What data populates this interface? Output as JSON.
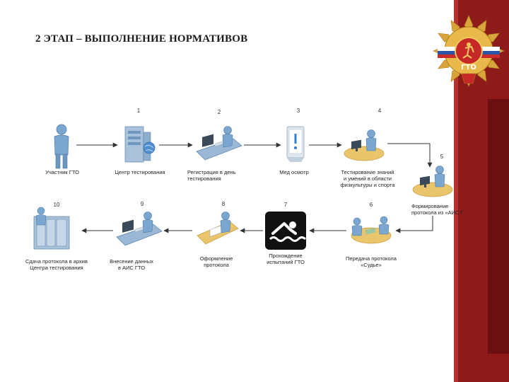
{
  "title": "2 ЭТАП – ВЫПОЛНЕНИЕ НОРМАТИВОВ",
  "badge": {
    "text": "ГТО"
  },
  "colors": {
    "figure": "#7aa6cf",
    "desk": "#e9c56b",
    "monitor": "#3b4a5a",
    "arrow": "#333333",
    "accent": "#8e1a1a",
    "gold": "#d9a43a"
  },
  "steps": [
    {
      "id": "participant",
      "number": "",
      "icon": "person-icon",
      "lines": [
        "Участник ГТО"
      ]
    },
    {
      "id": "testing-center",
      "number": "1",
      "icon": "server-icon",
      "lines": [
        "Центр тестирования"
      ]
    },
    {
      "id": "registration",
      "number": "2",
      "icon": "workstation-icon",
      "lines": [
        "Регистрация в день",
        "тестирования"
      ]
    },
    {
      "id": "medical",
      "number": "3",
      "icon": "medical-check-icon",
      "lines": [
        "Мед осмотр"
      ]
    },
    {
      "id": "knowledge-test",
      "number": "4",
      "icon": "desk-worker-icon",
      "lines": [
        "Тестирование знаний",
        "и умений в области",
        "физкультуры и спорта"
      ]
    },
    {
      "id": "protocol-forming",
      "number": "5",
      "icon": "desk-worker-icon",
      "lines": [
        "Формирование",
        "протокола из «АИС Г"
      ]
    },
    {
      "id": "protocol-transfer",
      "number": "6",
      "icon": "meeting-icon",
      "lines": [
        "Передача протокола",
        "«Судье»"
      ]
    },
    {
      "id": "test-passing",
      "number": "7",
      "icon": "swimmer-icon",
      "lines": [
        "Прохождение",
        "испытаний ГТО"
      ]
    },
    {
      "id": "protocol-design",
      "number": "8",
      "icon": "paperwork-icon",
      "lines": [
        "Оформление",
        "протокола"
      ]
    },
    {
      "id": "data-entry",
      "number": "9",
      "icon": "workstation-icon",
      "lines": [
        "Внесение данных",
        "в АИС ГТО"
      ]
    },
    {
      "id": "archive",
      "number": "10",
      "icon": "archive-icon",
      "lines": [
        "Сдача протокола в архив",
        "Центра тестирования"
      ]
    }
  ]
}
